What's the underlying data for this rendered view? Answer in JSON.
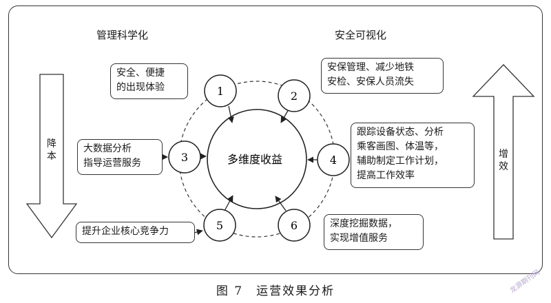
{
  "headings": {
    "left": "管理科学化",
    "right": "安全可视化"
  },
  "center_label": "多维度收益",
  "nodes": [
    "1",
    "2",
    "3",
    "4",
    "5",
    "6"
  ],
  "boxes": {
    "box1": [
      "安全、便捷",
      "的出现体验"
    ],
    "box2": [
      "安保管理、减少地铁",
      "安检、安保人员流失"
    ],
    "box3": [
      "大数据分析",
      "指导运营服务"
    ],
    "box4": [
      "跟踪设备状态、分析",
      "乘客画图、体温等，",
      "辅助制定工作计划，",
      "提高工作效率"
    ],
    "box5": [
      "提升企业核心竞争力"
    ],
    "box6": [
      "深度挖掘数据，",
      "实现增值服务"
    ]
  },
  "arrows": {
    "left_label": [
      "降",
      "本"
    ],
    "right_label": [
      "增",
      "效"
    ]
  },
  "caption": "图 7　运营效果分析",
  "watermark": "龙源期刊网"
}
